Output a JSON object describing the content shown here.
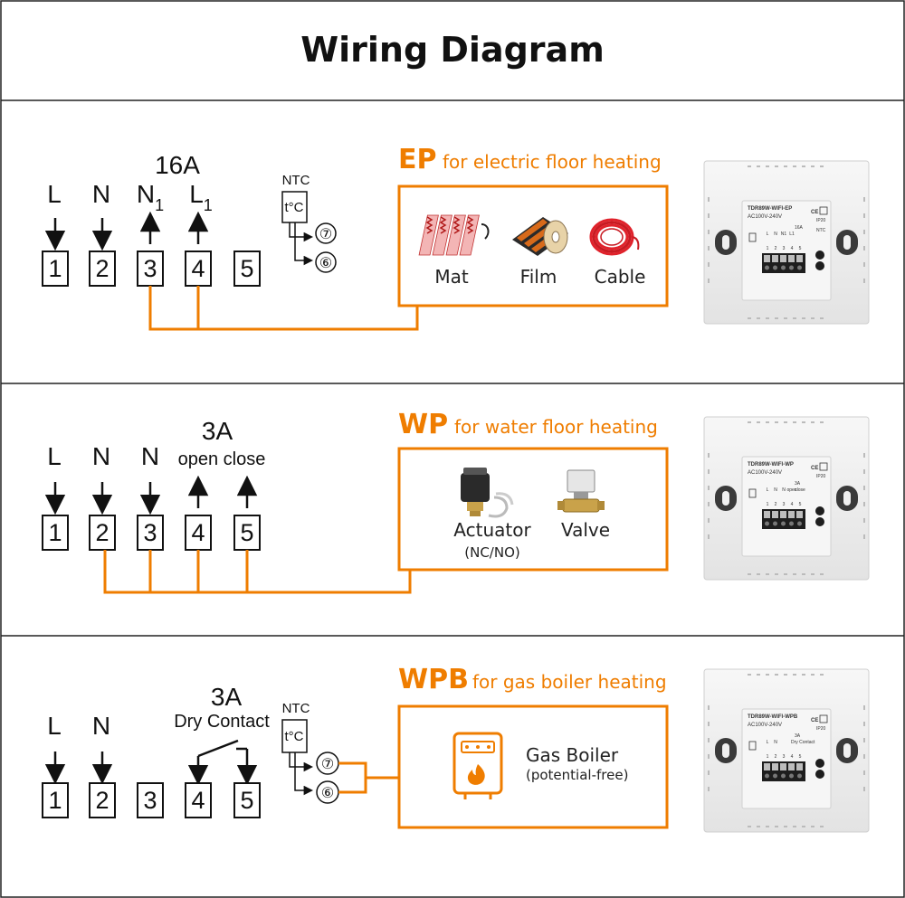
{
  "title": "Wiring Diagram",
  "colors": {
    "accent": "#ef7d00",
    "line": "#111111",
    "panel": "#f1f1f1"
  },
  "sections": [
    {
      "id": "ep",
      "code": "EP",
      "subtitle": "for electric floor heating",
      "rating": "16A",
      "labels": [
        "L",
        "N",
        "N",
        "L"
      ],
      "label_subscripts": [
        "1",
        "1"
      ],
      "terminals": [
        "1",
        "2",
        "3",
        "4",
        "5"
      ],
      "ntc": {
        "label": "NTC",
        "sensor": "t°C",
        "pins": [
          "⑦",
          "⑥"
        ]
      },
      "loads": [
        {
          "name": "Mat",
          "icon": "heating-mat-icon"
        },
        {
          "name": "Film",
          "icon": "heating-film-roll-icon"
        },
        {
          "name": "Cable",
          "icon": "heating-cable-coil-icon"
        }
      ],
      "device": {
        "model": "TDR89W-WIFI-EP",
        "power": "AC100V-240V",
        "rating": "16A",
        "ip": "IP20",
        "terminal_labels": [
          "L",
          "N",
          "N1",
          "L1"
        ],
        "terminal_numbers": [
          "1",
          "2",
          "3",
          "4",
          "5"
        ],
        "ntc_label": "NTC"
      }
    },
    {
      "id": "wp",
      "code": "WP",
      "subtitle": "for water floor heating",
      "rating": "3A",
      "labels": [
        "L",
        "N",
        "N"
      ],
      "action_labels": [
        "open",
        "close"
      ],
      "terminals": [
        "1",
        "2",
        "3",
        "4",
        "5"
      ],
      "loads": [
        {
          "name": "Actuator",
          "note": "(NC/NO)",
          "icon": "actuator-icon"
        },
        {
          "name": "Valve",
          "icon": "valve-icon"
        }
      ],
      "device": {
        "model": "TDR89W-WIFI-WP",
        "power": "AC100V-240V",
        "rating": "3A",
        "ip": "IP20",
        "terminal_labels": [
          "L",
          "N",
          "N",
          "open",
          "close"
        ],
        "terminal_numbers": [
          "1",
          "2",
          "3",
          "4",
          "5"
        ]
      }
    },
    {
      "id": "wpb",
      "code": "WPB",
      "subtitle": "for gas boiler heating",
      "rating": "3A",
      "contact": "Dry Contact",
      "labels": [
        "L",
        "N"
      ],
      "terminals": [
        "1",
        "2",
        "3",
        "4",
        "5"
      ],
      "ntc": {
        "label": "NTC",
        "sensor": "t°C",
        "pins": [
          "⑦",
          "⑥"
        ]
      },
      "loads": [
        {
          "name": "Gas Boiler",
          "note": "(potential-free)",
          "icon": "gas-boiler-icon"
        }
      ],
      "device": {
        "model": "TDR89W-WIFI-WPB",
        "power": "AC100V-240V",
        "rating": "3A",
        "contact": "Dry Contact",
        "ip": "IP20",
        "terminal_labels": [
          "L",
          "N"
        ],
        "terminal_numbers": [
          "1",
          "2",
          "3",
          "4",
          "5"
        ]
      }
    }
  ]
}
